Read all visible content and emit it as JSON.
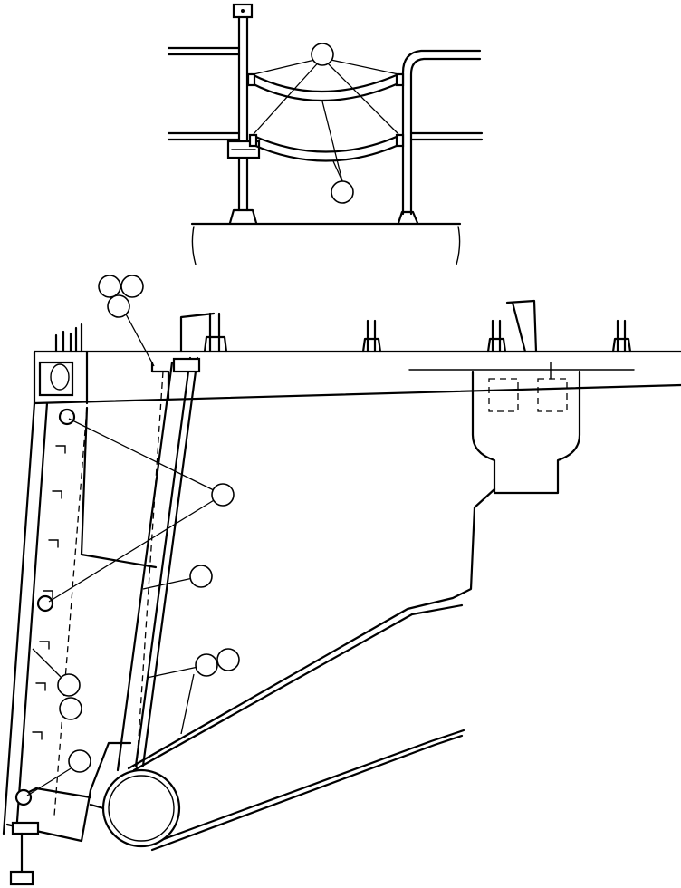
{
  "figure": {
    "top_view": "handrail-gate-detail",
    "bottom_view": "ladder-and-frame-assembly"
  },
  "callouts": {
    "count": 13,
    "labels": []
  },
  "colors": {
    "line": "#000000",
    "background": "#ffffff"
  }
}
